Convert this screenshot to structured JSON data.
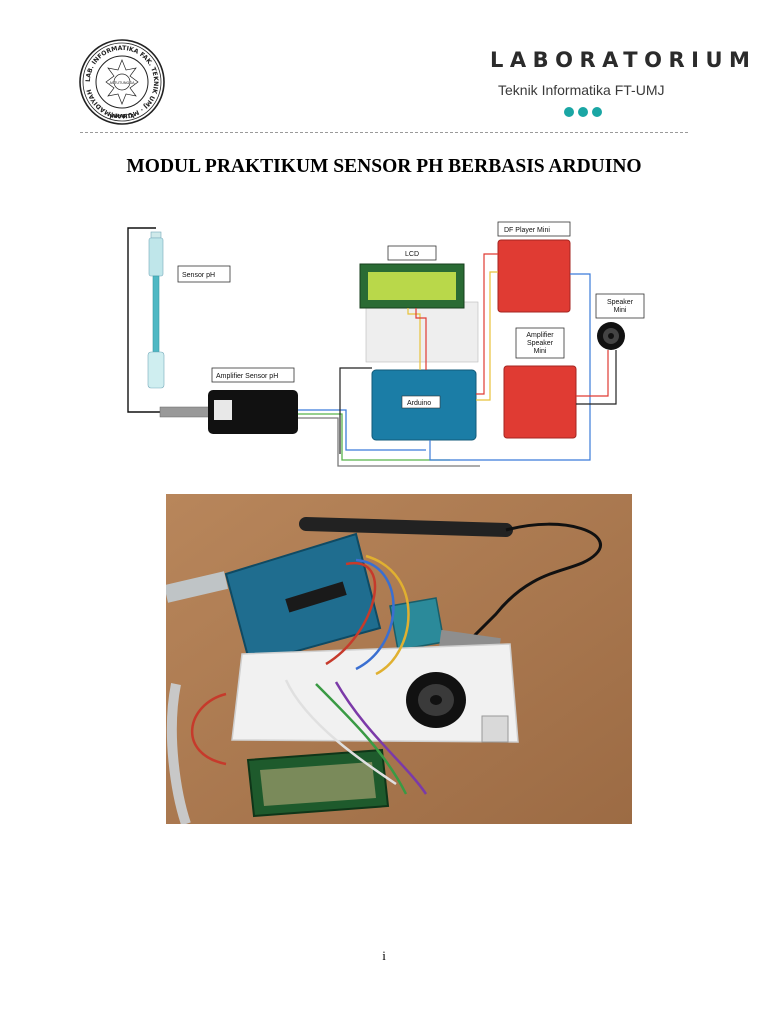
{
  "header": {
    "seal": {
      "ring_text": "LAB. INFORMATIKA FAK. TEKNIK UMJ · MUHAMMADIYAH",
      "bottom_text": "JAKARTA",
      "inner_text": "ASTUTUNGGA"
    },
    "lab_title": "LABORATORIUM",
    "lab_subtitle": "Teknik Informatika FT-UMJ",
    "accent_color": "#1aa6a4"
  },
  "document": {
    "title": "MODUL PRAKTIKUM SENSOR PH BERBASIS ARDUINO",
    "page_number": "i"
  },
  "diagram": {
    "labels": {
      "sensor_ph": "Sensor pH",
      "amplifier_sensor_ph": "Amplifier Sensor pH",
      "lcd": "LCD",
      "df_player_mini": "DF Player Mini",
      "speaker_mini_line1": "Speaker",
      "speaker_mini_line2": "Mini",
      "amplifier_speaker_line1": "Amplifier",
      "amplifier_speaker_line2": "Speaker",
      "amplifier_speaker_line3": "Mini",
      "arduino": "Arduino"
    }
  },
  "photo": {
    "icons": [
      "arduino-board",
      "breadboard",
      "lcd-module",
      "speaker",
      "ph-probe",
      "ph-amplifier-module"
    ]
  }
}
